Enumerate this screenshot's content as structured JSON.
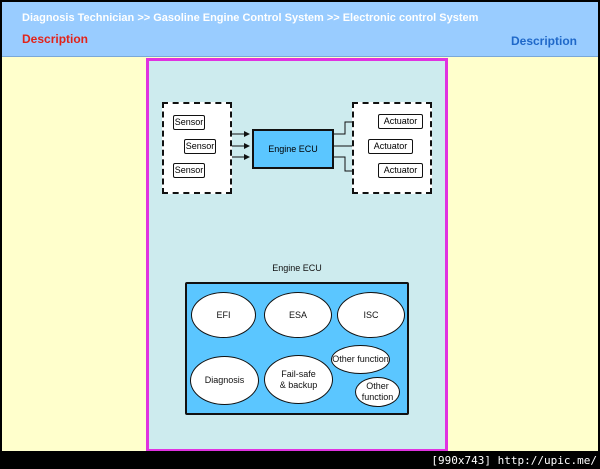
{
  "header": {
    "breadcrumb": "Diagnosis Technician >> Gasoline Engine Control System >> Electronic control System",
    "description_left": "Description",
    "description_right": "Description"
  },
  "diagram_top": {
    "sensors": [
      "Sensor",
      "Sensor",
      "Sensor"
    ],
    "ecu": "Engine ECU",
    "actuators": [
      "Actuator",
      "Actuator",
      "Actuator"
    ]
  },
  "diagram_bottom": {
    "title": "Engine ECU",
    "functions": [
      "EFI",
      "ESA",
      "ISC",
      "Diagnosis",
      "Fail-safe\n& backup",
      "Other function",
      "Other function"
    ]
  },
  "watermark": "[990x743] http://upic.me/",
  "colors": {
    "header_bg": "#99ccff",
    "page_bg": "#ffffcc",
    "panel_bg": "#cdebee",
    "panel_border": "#e032e0",
    "ecu_fill": "#5bc6ff"
  }
}
